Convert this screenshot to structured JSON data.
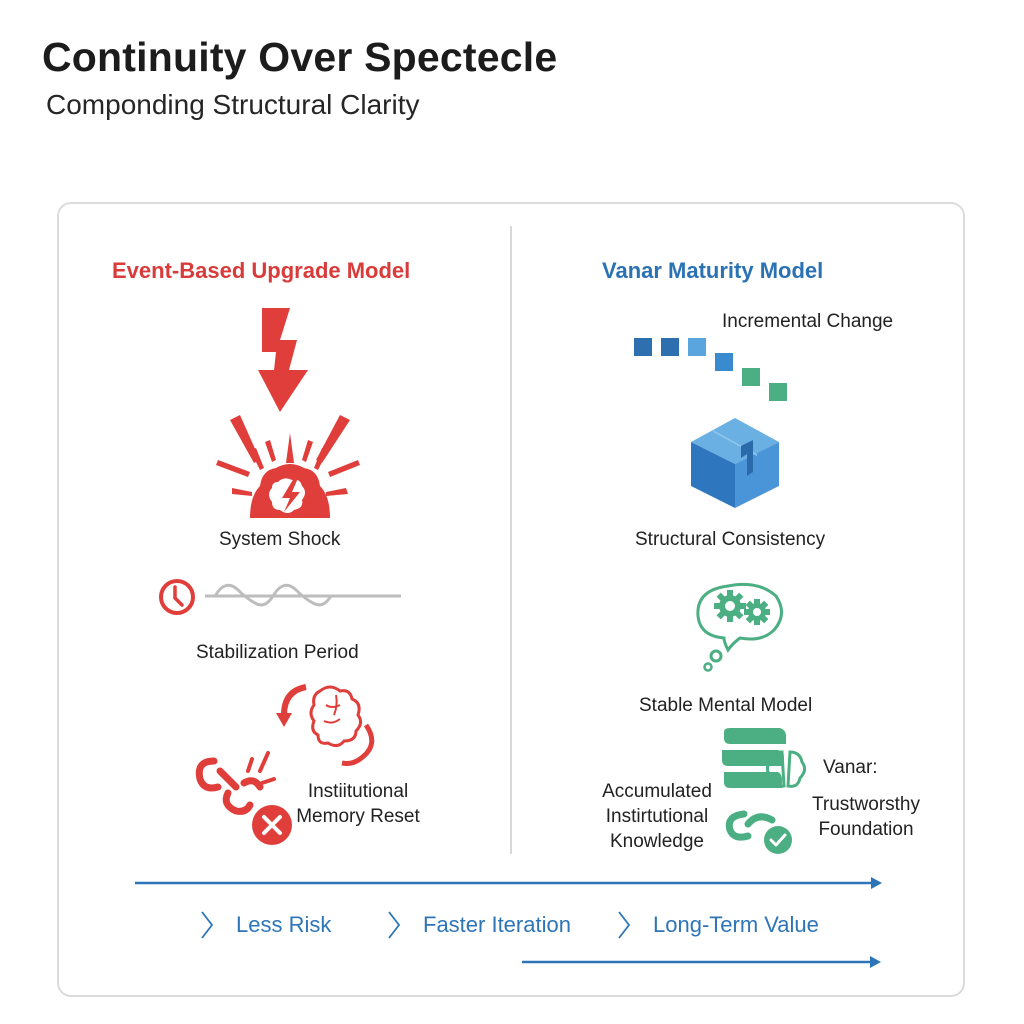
{
  "header": {
    "title": "Continuity Over Spectecle",
    "subtitle": "Componding Structural Clarity"
  },
  "colors": {
    "event_red": "#d93a3a",
    "vanar_blue": "#2b72b5",
    "vanar_green": "#4caf84",
    "divider_gray": "#d9d9d9",
    "arrow_blue": "#2e75b8"
  },
  "left_column": {
    "heading": "Event-Based Upgrade Model",
    "items": [
      {
        "label": "System Shock",
        "icon": "lightning-explosion-icon"
      },
      {
        "label": "Stabilization Period",
        "icon": "clock-wave-icon"
      },
      {
        "label": "Instiitutional Memory Reset",
        "icon": "broken-chain-brain-icon"
      }
    ]
  },
  "right_column": {
    "heading": "Vanar Maturity Model",
    "items": [
      {
        "label": "Incremental Change",
        "icon": "step-squares-icon"
      },
      {
        "label": "Structural Consistency",
        "icon": "cube-icon"
      },
      {
        "label": "Stable Mental Model",
        "icon": "thought-gears-icon"
      },
      {
        "label": "Accumulated Instirtutional Knowledge",
        "icon": "books-brain-chain-icon"
      }
    ],
    "conclusion": {
      "prefix": "Vanar:",
      "text": "Trustworsthy Foundation"
    }
  },
  "benefits": [
    {
      "label": "Less Risk"
    },
    {
      "label": "Faster Iteration"
    },
    {
      "label": "Long-Term Value"
    }
  ]
}
